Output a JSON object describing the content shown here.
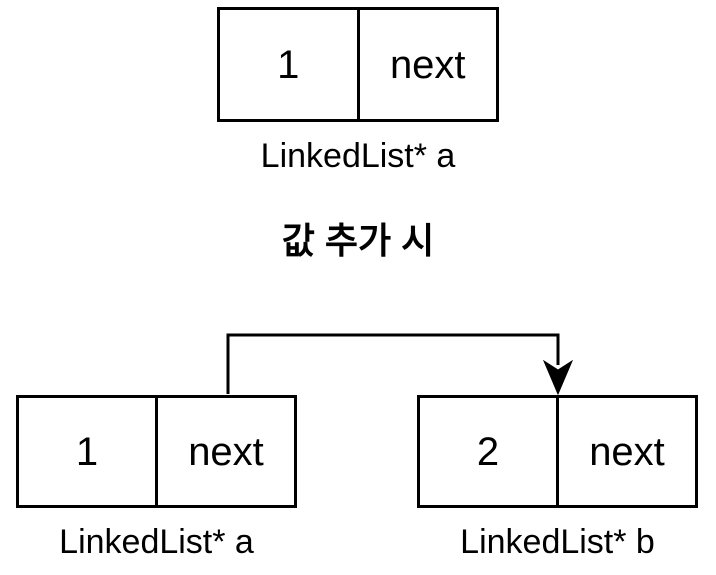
{
  "title": "값 추가 시",
  "before": {
    "node_a": {
      "value": "1",
      "pointer": "next",
      "caption": "LinkedList* a"
    }
  },
  "after": {
    "node_a": {
      "value": "1",
      "pointer": "next",
      "caption": "LinkedList* a"
    },
    "node_b": {
      "value": "2",
      "pointer": "next",
      "caption": "LinkedList* b"
    },
    "arrow": "a-next-to-b-arrow"
  },
  "colors": {
    "background": "#ffffff",
    "stroke": "#000000",
    "text": "#000000"
  }
}
